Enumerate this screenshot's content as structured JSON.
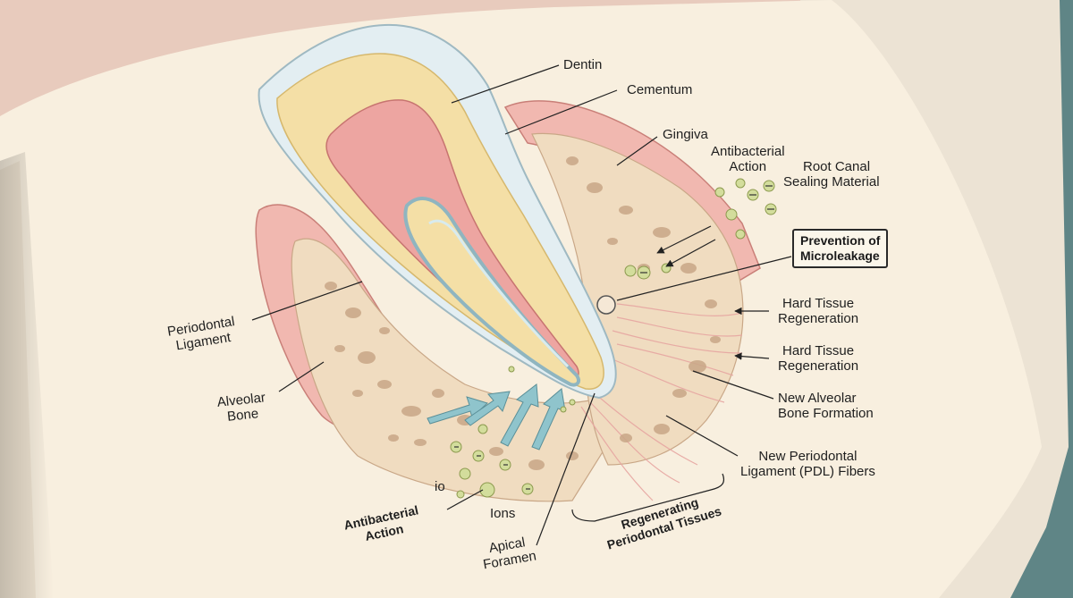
{
  "labels": {
    "dentin": "Dentin",
    "cementum": "Cementum",
    "gingiva": "Gingiva",
    "antibacterial_top_1": "Antibacterial",
    "antibacterial_top_2": "Action",
    "root_canal_1": "Root Canal",
    "root_canal_2": "Sealing Material",
    "prevention_1": "Prevention of",
    "prevention_2": "Microleakage",
    "hard_tissue_a_1": "Hard Tissue",
    "hard_tissue_a_2": "Regeneration",
    "hard_tissue_b_1": "Hard Tissue",
    "hard_tissue_b_2": "Regeneration",
    "new_alveolar_1": "New Alveolar",
    "new_alveolar_2": "Bone Formation",
    "new_pdl_1": "New Periodontal",
    "new_pdl_2": "Ligament (PDL) Fibers",
    "periodontal_1": "Periodontal",
    "periodontal_2": "Ligament",
    "alveolar_1": "Alveolar",
    "alveolar_2": "Bone",
    "io": "io",
    "ions": "Ions",
    "antibacterial_bottom_1": "Antibacterial",
    "antibacterial_bottom_2": "Action",
    "apical_1": "Apical",
    "apical_2": "Foramen",
    "regenerating_1": "Regenerating",
    "regenerating_2": "Periodontal Tissues"
  },
  "colors": {
    "page": "#f8efdf",
    "enamel": "#e3eef2",
    "dentin": "#f4dfa6",
    "pulp": "#eda5a1",
    "gingiva": "#f1b8b0",
    "bone": "#f0dcc0",
    "bone_pore": "#c9a787",
    "particle": "#d3dd9c",
    "arrow": "#8fc4cc",
    "book_cover": "#5f8586"
  },
  "icons": [
    "ion-particle-icon",
    "flow-arrow-icon",
    "pointer-arrow-icon"
  ]
}
